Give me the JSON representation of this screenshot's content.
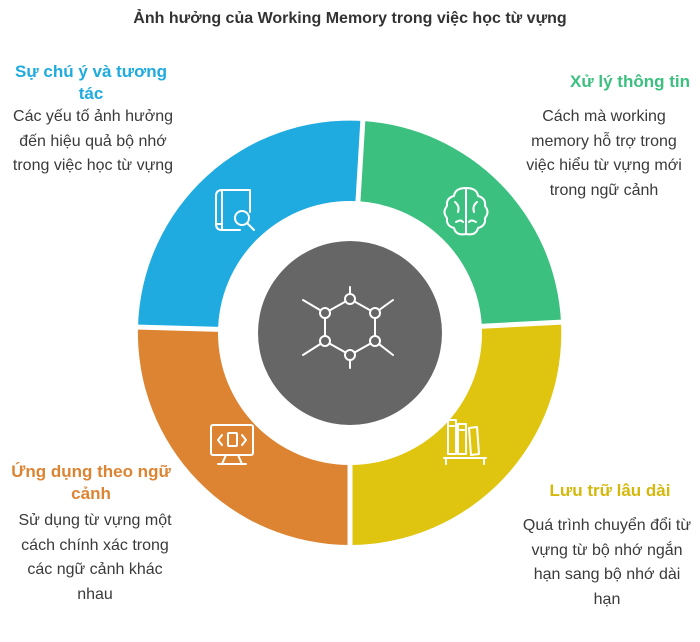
{
  "title": "Ảnh hưởng của Working Memory trong việc học từ vựng",
  "colors": {
    "blue": "#1FABDF",
    "green": "#3CC07F",
    "yellow": "#DFC50F",
    "orange": "#DD8432",
    "center": "#666666"
  },
  "segments": {
    "top_left": {
      "heading": "Sự chú ý và tương tác",
      "description": "Các yếu tố ảnh hưởng đến hiệu quả bộ nhớ trong việc học từ vựng",
      "icon": "book-search-icon"
    },
    "top_right": {
      "heading": "Xử lý thông tin",
      "description": "Cách mà working memory hỗ trợ trong việc hiểu từ vựng mới trong ngữ cảnh",
      "icon": "brain-icon"
    },
    "bottom_left": {
      "heading": "Ứng dụng theo ngữ cảnh",
      "description": "Sử dụng từ vựng một cách chính xác trong các ngữ cảnh khác nhau",
      "icon": "monitor-code-icon"
    },
    "bottom_right": {
      "heading": "Lưu trữ lâu dài",
      "description": "Quá trình chuyển đổi từ vựng từ bộ nhớ ngắn hạn sang bộ nhớ dài hạn",
      "icon": "bookshelf-icon"
    }
  },
  "center": {
    "icon": "network-hexagon-icon"
  }
}
